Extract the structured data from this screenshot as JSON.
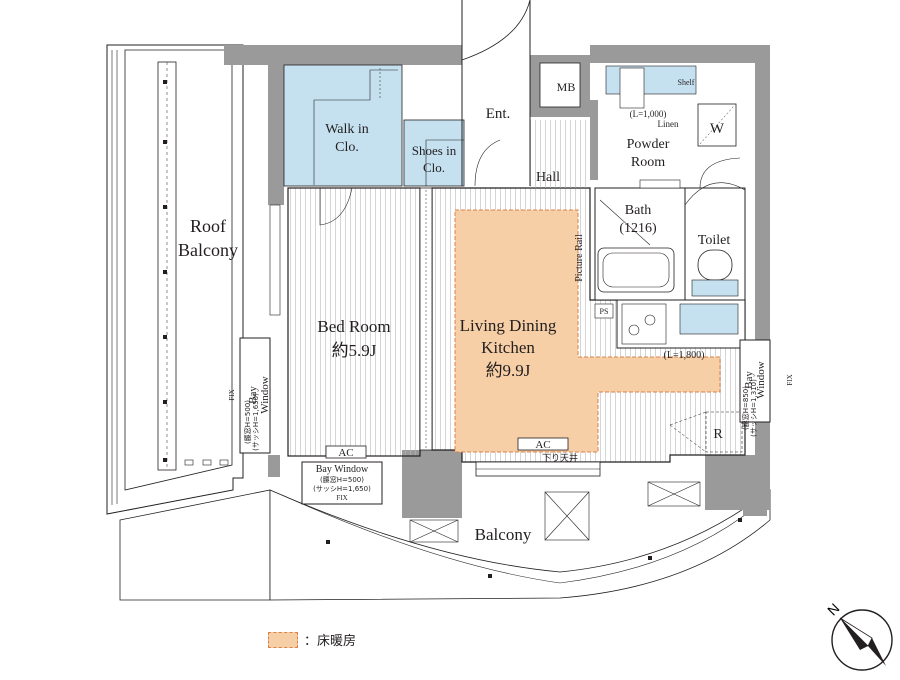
{
  "rooms": {
    "roof_balcony": [
      "Roof",
      "Balcony"
    ],
    "walk_in": [
      "Walk in",
      "Clo."
    ],
    "shoes_in": [
      "Shoes in",
      "Clo."
    ],
    "entrance": "Ent.",
    "mb": "MB",
    "powder_room": [
      "Powder",
      "Room"
    ],
    "hall": "Hall",
    "bath": [
      "Bath",
      "(1216)"
    ],
    "toilet": "Toilet",
    "bed_room": [
      "Bed Room",
      "約5.9J"
    ],
    "ldk": [
      "Living Dining",
      "Kitchen",
      "約9.9J"
    ],
    "balcony": "Balcony"
  },
  "labels": {
    "shelf": "Shelf",
    "linen_length": "(L=1,000)",
    "linen": "Linen",
    "washer": "W",
    "picture_rail": "Picture Rail",
    "ps": "PS",
    "counter_length": "(L=1,800)",
    "refrigerator": "R",
    "ac_bed": "AC",
    "ac_ldk": "AC",
    "ceiling_drop": "下り天井",
    "bay_window_left": [
      "Bay",
      "Window"
    ],
    "bay_window_left_spec": [
      "(腰窓H=500)",
      "(サッシH=1,650)"
    ],
    "bay_window_bottom": "Bay Window",
    "bay_window_bottom_spec": [
      "(腰窓H=500)",
      "(サッシH=1,650)"
    ],
    "bay_window_right": [
      "Bay",
      "Window"
    ],
    "bay_window_right_spec": [
      "(腰窓H=850)",
      "(サッシH=1,310)"
    ],
    "fix": "FIX"
  },
  "legend": {
    "text": "：床暖房",
    "swatch_color": "#f6cfa6"
  },
  "compass": {
    "label": "N",
    "icon": "north-arrow-icon"
  },
  "colors": {
    "wall": "#9a9a9a",
    "closet": "#c5e1f0",
    "floor_heating": "#f6cfa6",
    "floor_heating_border": "#d9824a",
    "line": "#231f20"
  }
}
